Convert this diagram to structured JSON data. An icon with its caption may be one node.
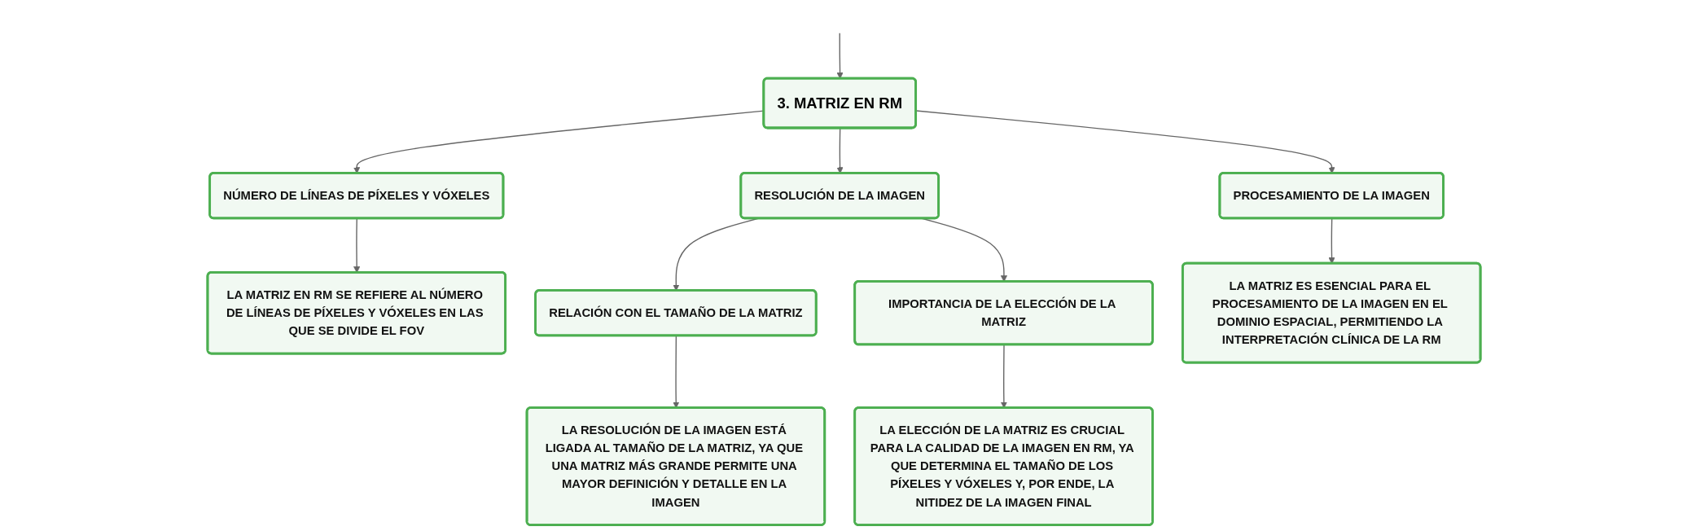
{
  "diagram": {
    "nodes": [
      {
        "text": [
          "3. MATRIZ EN RM"
        ]
      },
      {
        "text": [
          "NÚMERO DE LÍNEAS DE PÍXELES Y VÓXELES"
        ]
      },
      {
        "text": [
          "RESOLUCIÓN DE LA IMAGEN"
        ]
      },
      {
        "text": [
          "PROCESAMIENTO DE LA IMAGEN"
        ]
      },
      {
        "text": [
          "LA MATRIZ EN RM SE REFIERE AL NÚMERO DE LÍNEAS DE PÍXELES Y VÓXELES EN LAS QUE SE DIVIDE EL FOV"
        ]
      },
      {
        "text": [
          "RELACIÓN CON EL TAMAÑO DE LA MATRIZ"
        ]
      },
      {
        "text": [
          "IMPORTANCIA DE LA ELECCIÓN DE LA MATRIZ"
        ]
      },
      {
        "text": [
          "LA MATRIZ ES ESENCIAL PARA EL PROCESAMIENTO DE LA IMAGEN EN EL DOMINIO ESPACIAL, PERMITIENDO LA INTERPRETACIÓN CLÍNICA DE LA RM"
        ]
      },
      {
        "text": [
          "LA RESOLUCIÓN DE LA IMAGEN ESTÁ LIGADA AL TAMAÑO DE LA MATRIZ, YA QUE UNA MATRIZ MÁS GRANDE PERMITE UNA MAYOR DEFINICIÓN Y DETALLE EN LA IMAGEN"
        ]
      },
      {
        "text": [
          "LA ELECCIÓN DE LA MATRIZ ES CRUCIAL PARA LA CALIDAD DE LA IMAGEN EN RM, YA QUE DETERMINA EL TAMAÑO DE LOS PÍXELES Y VÓXELES Y, POR ENDE, LA NITIDEZ DE LA IMAGEN FINAL"
        ]
      }
    ],
    "edges": [
      {
        "from": null,
        "to": 0,
        "arrow": "to"
      },
      {
        "from": 0,
        "to": 1,
        "arrow": "to"
      },
      {
        "from": 0,
        "to": 2,
        "arrow": "to"
      },
      {
        "from": 0,
        "to": 3,
        "arrow": "to"
      },
      {
        "from": 1,
        "to": 4,
        "arrow": "to"
      },
      {
        "from": 2,
        "to": 5,
        "arrow": "to"
      },
      {
        "from": 2,
        "to": 6,
        "arrow": "to"
      },
      {
        "from": 3,
        "to": 7,
        "arrow": "to"
      },
      {
        "from": 5,
        "to": 8,
        "arrow": "to"
      },
      {
        "from": 6,
        "to": 9,
        "arrow": "to"
      }
    ]
  }
}
